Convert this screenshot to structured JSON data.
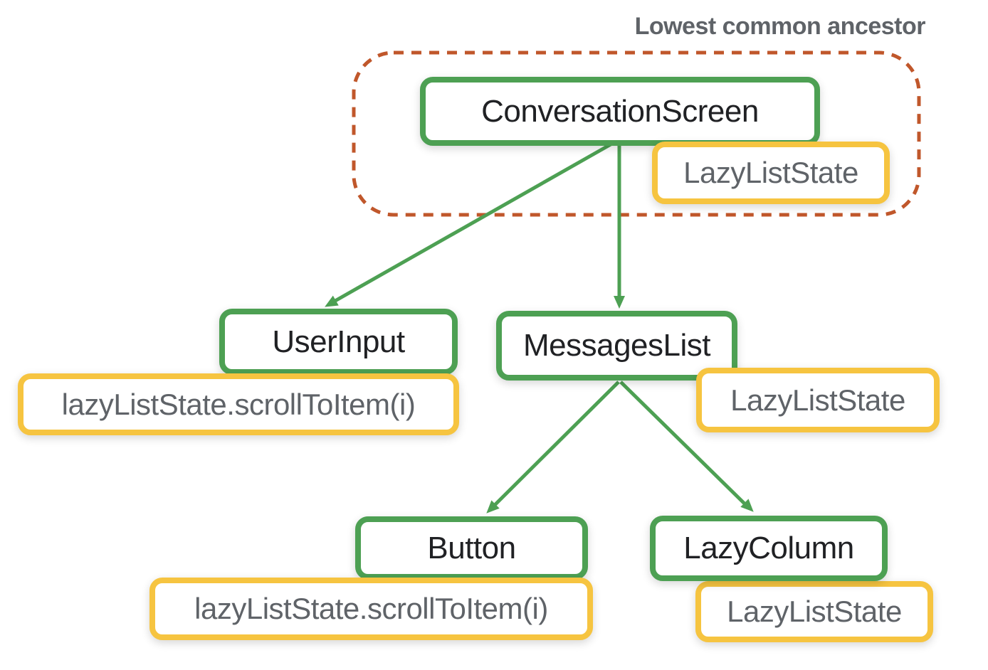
{
  "diagram": {
    "type": "component-tree",
    "annotation": "Lowest common ancestor",
    "nodes": {
      "conversation_screen": {
        "label": "ConversationScreen",
        "state": "LazyListState",
        "inside_lowest_common_ancestor": true
      },
      "user_input": {
        "label": "UserInput",
        "state": "lazyListState.scrollToItem(i)"
      },
      "messages_list": {
        "label": "MessagesList",
        "state": "LazyListState"
      },
      "button": {
        "label": "Button",
        "state": "lazyListState.scrollToItem(i)"
      },
      "lazy_column": {
        "label": "LazyColumn",
        "state": "LazyListState"
      }
    },
    "edges": [
      {
        "from": "ConversationScreen",
        "to": "UserInput"
      },
      {
        "from": "ConversationScreen",
        "to": "MessagesList"
      },
      {
        "from": "MessagesList",
        "to": "Button"
      },
      {
        "from": "MessagesList",
        "to": "LazyColumn"
      }
    ]
  },
  "colors": {
    "node_border": "#4da053",
    "node_text": "#202124",
    "state_border": "#f6c440",
    "state_text": "#5f6368",
    "lca_border": "#c0572b",
    "annotation_text": "#5f6368",
    "background": "#ffffff"
  }
}
